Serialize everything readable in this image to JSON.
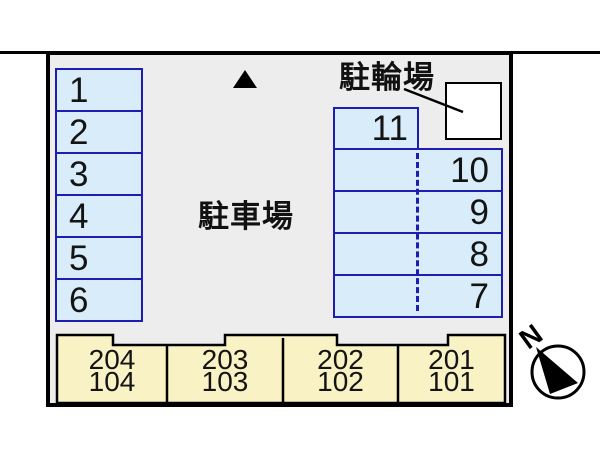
{
  "labels": {
    "parking_lot": "駐車場",
    "bicycle_parking": "駐輪場",
    "north": "N"
  },
  "stalls": {
    "left_column": [
      "1",
      "2",
      "3",
      "4",
      "5",
      "6"
    ],
    "right_head": "11",
    "right_column": [
      "10",
      "9",
      "8",
      "7"
    ]
  },
  "building": {
    "units": [
      {
        "upper": "204",
        "lower": "104"
      },
      {
        "upper": "203",
        "lower": "103"
      },
      {
        "upper": "202",
        "lower": "102"
      },
      {
        "upper": "201",
        "lower": "101"
      }
    ]
  },
  "colors": {
    "stall_fill": "#d9ecf9",
    "stall_border": "#1d1db0",
    "building_fill": "#f9f2c5",
    "map_background": "#ededed",
    "outline": "#000000"
  }
}
